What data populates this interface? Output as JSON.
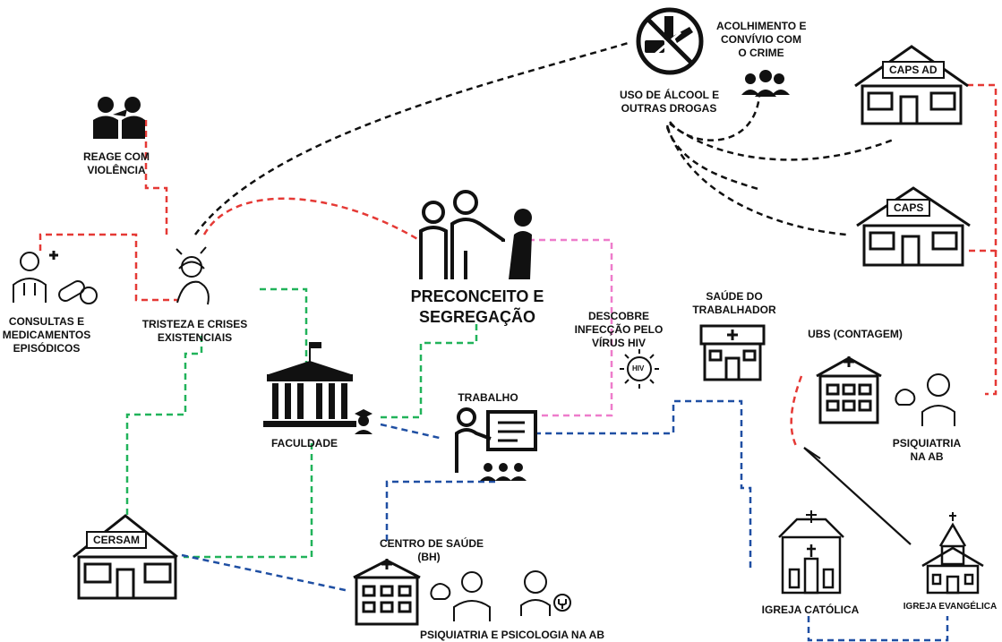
{
  "colors": {
    "red": "#e53935",
    "black": "#111111",
    "green": "#21b35a",
    "pink": "#ee7ccb",
    "blue": "#1f4fa3"
  },
  "nodes": {
    "acolhimento": "ACOLHIMENTO E\nCONVÍVIO COM\nO CRIME",
    "drogas": "USO DE ÁLCOOL E\nOUTRAS DROGAS",
    "reage": "REAGE COM\nVIOLÊNCIA",
    "consultas": "CONSULTAS E\nMEDICAMENTOS\nEPISÓDICOS",
    "tristeza": "TRISTEZA E CRISES\nEXISTENCIAIS",
    "preconceito": "PRECONCEITO E\nSEGREGAÇÃO",
    "hiv": "DESCOBRE\nINFECÇÃO PELO\nVÍRUS HIV",
    "saude_trabalhador": "SAÚDE DO\nTRABALHADOR",
    "ubs": "UBS (CONTAGEM)",
    "psiquiatria_ab": "PSIQUIATRIA\nNA AB",
    "faculdade": "FACULDADE",
    "trabalho": "TRABALHO",
    "centro_saude": "CENTRO DE SAÚDE\n(BH)",
    "psiq_psico": "PSIQUIATRIA E PSICOLOGIA NA AB",
    "igreja_catolica": "IGREJA CATÓLICA",
    "igreja_evangelica": "IGREJA EVANGÉLICA"
  },
  "building_tags": {
    "caps_ad": "CAPS AD",
    "caps": "CAPS",
    "cersam": "CERSAM",
    "hiv_badge": "HIV"
  },
  "icons": [
    "no-drugs-icon",
    "group-icon",
    "violence-icon",
    "doctor-icon",
    "pills-icon",
    "distressed-person-icon",
    "segregation-people-icon",
    "virus-icon",
    "clinic-icon",
    "hospital-icon",
    "brain-icon",
    "university-icon",
    "graduate-icon",
    "teacher-icon",
    "church-icon",
    "needle-icon",
    "psychologist-icon"
  ]
}
